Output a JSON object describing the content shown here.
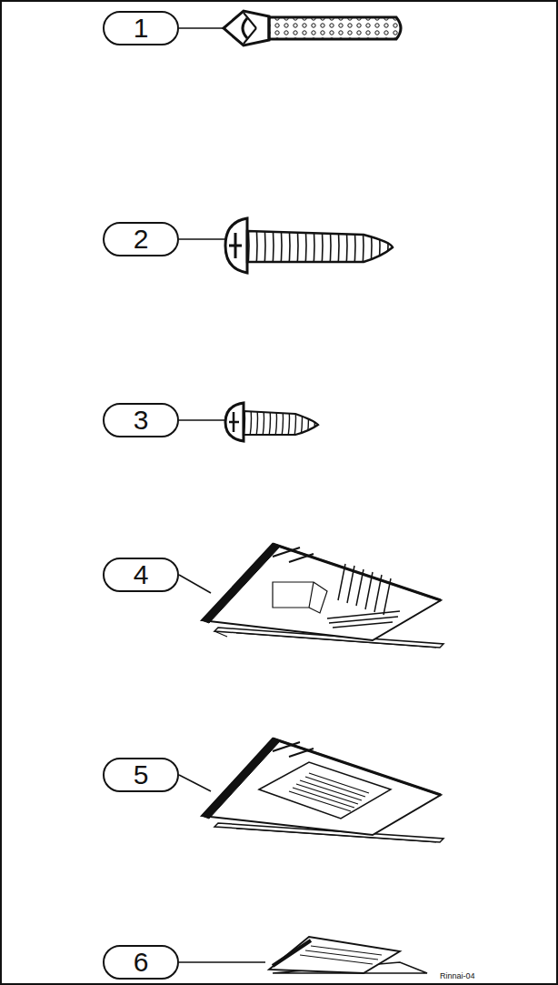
{
  "diagram": {
    "nodes": [
      {
        "text": [
          "1"
        ]
      },
      {
        "text": [
          "2"
        ]
      },
      {
        "text": [
          "3"
        ]
      },
      {
        "text": [
          "4"
        ]
      },
      {
        "text": [
          "5"
        ]
      },
      {
        "text": [
          "6"
        ]
      }
    ],
    "labels": [
      "Rinnai-04"
    ]
  }
}
